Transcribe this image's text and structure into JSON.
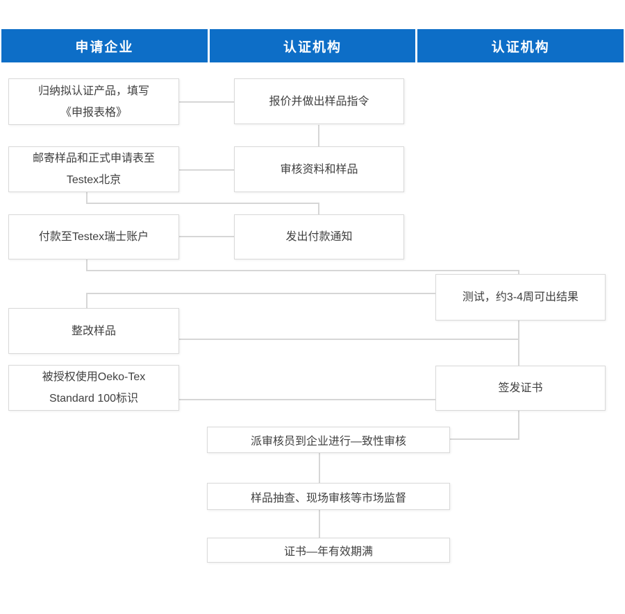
{
  "colors": {
    "header_bg": "#0d6ec7",
    "box_border": "#d9d9d9",
    "connector": "#d6d6d6",
    "text_color": "#3f3f3f"
  },
  "header": {
    "columns": [
      {
        "label": "申请企业"
      },
      {
        "label": "认证机构"
      },
      {
        "label": "认证机构"
      }
    ]
  },
  "nodes": {
    "apply": {
      "lines": [
        "归纳拟认证产品，填写",
        "《申报表格》"
      ]
    },
    "mail": {
      "lines": [
        "邮寄样品和正式申请表至",
        "Testex北京"
      ]
    },
    "pay": {
      "label": "付款至Testex瑞士账户"
    },
    "rework": {
      "label": "整改样品"
    },
    "authorized": {
      "lines": [
        "被授权使用Oeko-Tex",
        "Standard 100标识"
      ]
    },
    "quote": {
      "label": "报价并做出样品指令"
    },
    "review": {
      "label": "审核资料和样品"
    },
    "notice": {
      "label": "发出付款通知"
    },
    "test": {
      "label": "测试，约3-4周可出结果"
    },
    "issue": {
      "label": "签发证书"
    },
    "audit": {
      "label": "派审核员到企业进行—致性审核"
    },
    "supervision": {
      "label": "样品抽查、现场审核等市场监督"
    },
    "expiry": {
      "label": "证书—年有效期满"
    }
  },
  "edges": [
    {
      "from": "apply",
      "to": "quote"
    },
    {
      "from": "quote",
      "to": "review"
    },
    {
      "from": "mail",
      "to": "review"
    },
    {
      "from": "mail",
      "to": "notice"
    },
    {
      "from": "pay",
      "to": "notice"
    },
    {
      "from": "pay",
      "to": "test"
    },
    {
      "from": "test",
      "to": "rework"
    },
    {
      "from": "rework",
      "to": "issue"
    },
    {
      "from": "authorized",
      "to": "issue"
    },
    {
      "from": "issue",
      "to": "audit"
    },
    {
      "from": "audit",
      "to": "supervision"
    },
    {
      "from": "supervision",
      "to": "expiry"
    }
  ]
}
